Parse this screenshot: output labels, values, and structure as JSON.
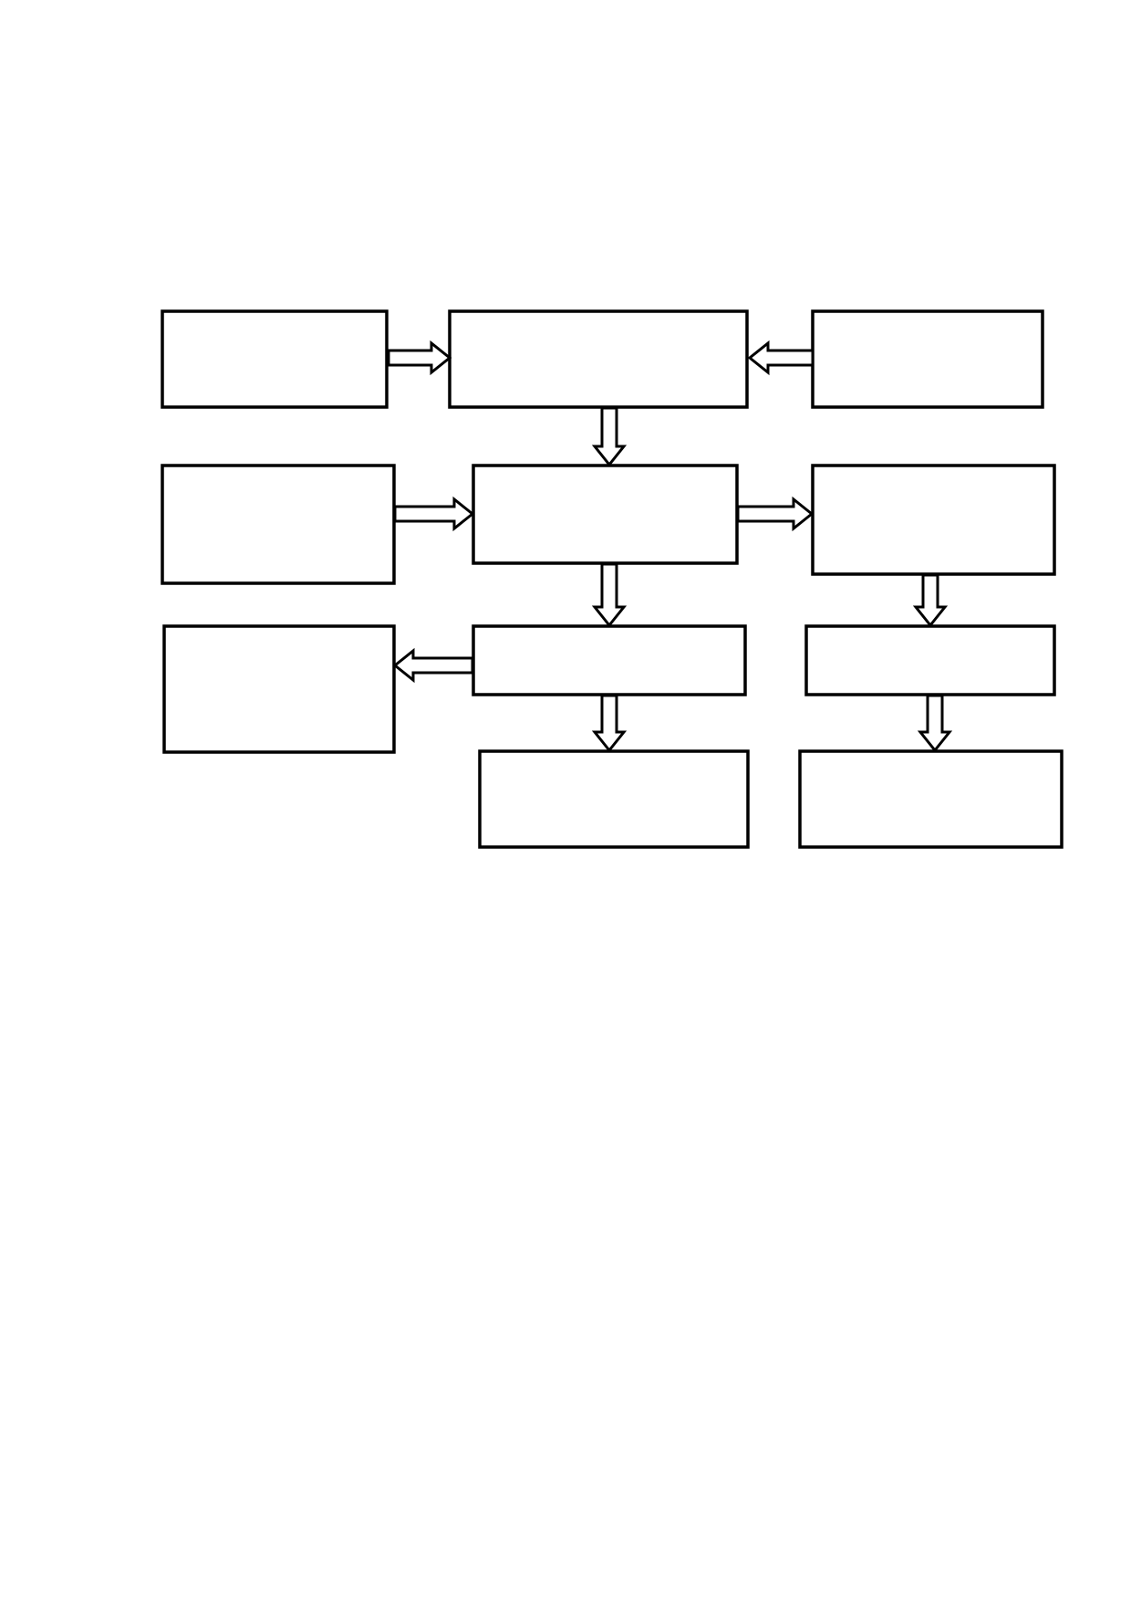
{
  "diagram": {
    "type": "flowchart",
    "colors": {
      "background": "#ffffff",
      "stroke": "#000000",
      "fill": "#ffffff"
    },
    "nodes": [
      {
        "id": "row1-left",
        "label": ""
      },
      {
        "id": "row1-center",
        "label": ""
      },
      {
        "id": "row1-right",
        "label": ""
      },
      {
        "id": "row2-left",
        "label": ""
      },
      {
        "id": "row2-center",
        "label": ""
      },
      {
        "id": "row2-right",
        "label": ""
      },
      {
        "id": "row3-left",
        "label": ""
      },
      {
        "id": "row3-center",
        "label": ""
      },
      {
        "id": "row3-right",
        "label": ""
      },
      {
        "id": "row4-center",
        "label": ""
      },
      {
        "id": "row4-right",
        "label": ""
      }
    ],
    "edges": [
      {
        "from": "row1-left",
        "to": "row1-center",
        "style": "hollow-block-arrow"
      },
      {
        "from": "row1-right",
        "to": "row1-center",
        "style": "hollow-block-arrow"
      },
      {
        "from": "row1-center",
        "to": "row2-center",
        "style": "hollow-block-arrow"
      },
      {
        "from": "row2-left",
        "to": "row2-center",
        "style": "hollow-block-arrow"
      },
      {
        "from": "row2-center",
        "to": "row2-right",
        "style": "hollow-block-arrow"
      },
      {
        "from": "row2-center",
        "to": "row3-center",
        "style": "hollow-block-arrow"
      },
      {
        "from": "row2-right",
        "to": "row3-right",
        "style": "hollow-block-arrow"
      },
      {
        "from": "row3-center",
        "to": "row3-left",
        "style": "hollow-block-arrow"
      },
      {
        "from": "row3-center",
        "to": "row4-center",
        "style": "hollow-block-arrow"
      },
      {
        "from": "row3-right",
        "to": "row4-right",
        "style": "hollow-block-arrow"
      }
    ]
  }
}
